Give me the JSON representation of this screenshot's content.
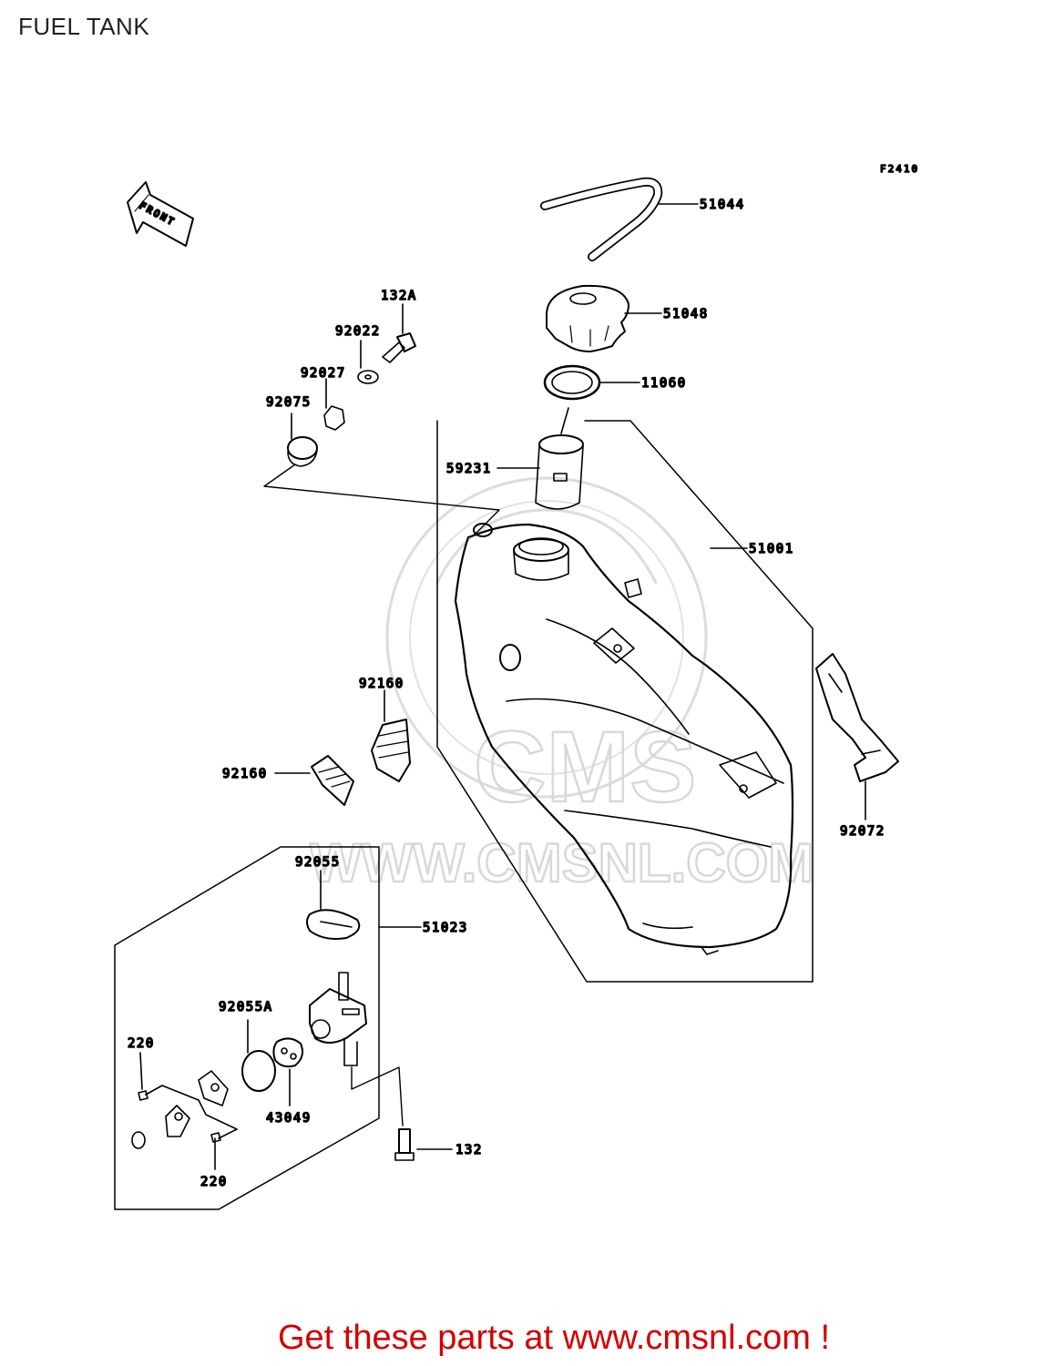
{
  "header": {
    "title": "FUEL TANK"
  },
  "diagram": {
    "figure_code": "F2410",
    "front_arrow_text": "FRONT",
    "watermark": {
      "logo_text": "CMS",
      "url_text": "WWW.CMSNL.COM"
    },
    "callouts": [
      "51044",
      "51048",
      "11060",
      "132A",
      "92022",
      "92027",
      "92075",
      "59231",
      "51001",
      "92160",
      "92160",
      "92072",
      "92055",
      "51023",
      "92055A",
      "220",
      "43049",
      "220",
      "132"
    ]
  },
  "footer": {
    "text": "Get these parts at www.cmsnl.com !"
  },
  "colors": {
    "footer": "#d40000",
    "line": "#000000",
    "watermark": "#d8d8d8"
  }
}
